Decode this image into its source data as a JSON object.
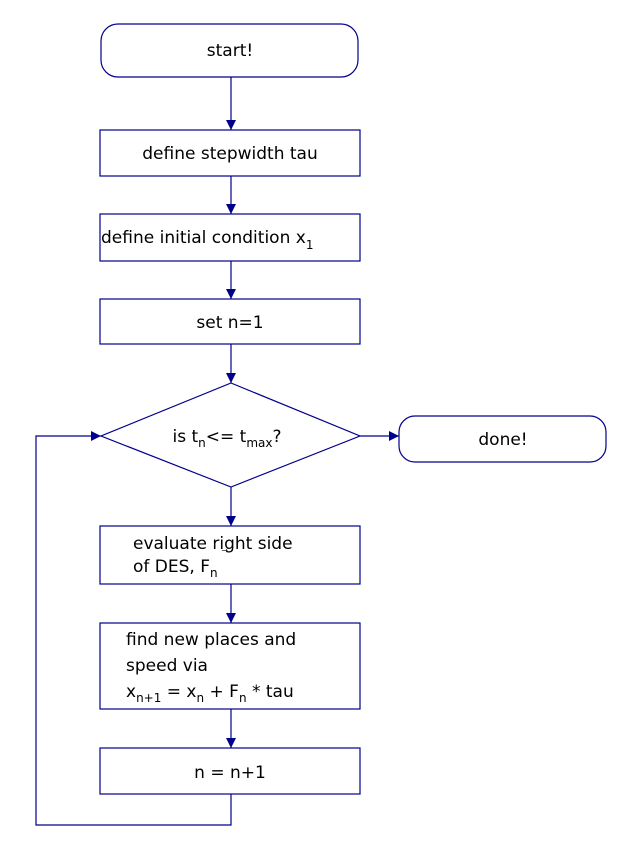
{
  "colors": {
    "stroke": "#00008b",
    "fill": "#ffffff",
    "text": "#000000"
  },
  "nodes": {
    "start": "start!",
    "stepwidth": "define stepwidth tau",
    "initial": "define initial condition x",
    "initial_sub": "1",
    "setn": "set n=1",
    "decision": {
      "p1": "is t",
      "s1": "n",
      "p2": "<= t",
      "s2": "max",
      "p3": "?"
    },
    "done": "done!",
    "evaluate": {
      "line1": "evaluate right side",
      "line2": "of DES, F",
      "line2_sub": "n"
    },
    "update": {
      "line1": "find new places and",
      "line2": "speed via",
      "line3_a": "x",
      "line3_a_sub": "n+1",
      "line3_b": " = x",
      "line3_b_sub": "n",
      "line3_c": " + F",
      "line3_c_sub": "n",
      "line3_d": " * tau"
    },
    "increment": "n = n+1"
  }
}
